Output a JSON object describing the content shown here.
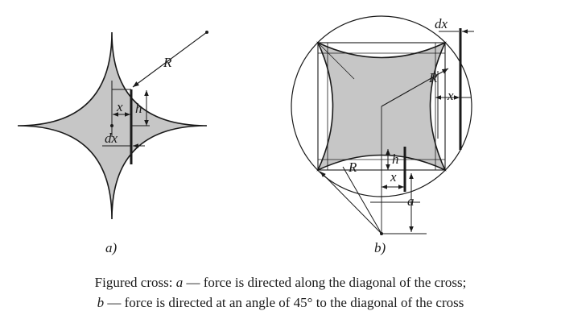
{
  "figure_a": {
    "subfigure_label": "a)",
    "labels": {
      "R": "R",
      "x": "x",
      "h": "h",
      "dx": "dx"
    }
  },
  "figure_b": {
    "subfigure_label": "b)",
    "labels": {
      "dx": "dx",
      "R_upper": "R",
      "x_right": "x",
      "h": "h",
      "R_lower": "R",
      "x_lower": "x",
      "a": "a"
    }
  },
  "caption": {
    "line1_start": "Figured cross: ",
    "line1_var": "a",
    "line1_text": " — force is directed along the diagonal of the cross;",
    "line2_var": "b",
    "line2_text": " — force is directed at an angle of 45° to the diagonal of the cross"
  },
  "colors": {
    "fill": "#c6c6c6",
    "stroke": "#1a1a1a"
  }
}
